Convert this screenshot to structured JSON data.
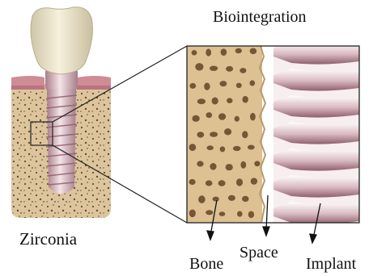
{
  "title": "Biointegration",
  "labels": {
    "implant_material": "Zirconia",
    "bone": "Bone",
    "space": "Space",
    "implant": "Implant"
  },
  "colors": {
    "bone": "#ddc192",
    "bone_pore": "#6b4a2c",
    "gum": "#cf8c95",
    "tooth_crown": "#efe7cf",
    "implant_thread": "#c8a3ad",
    "space": "#ffffff",
    "text": "#111111"
  },
  "icons": {
    "crown": "tooth-crown-icon",
    "screw": "implant-screw-icon"
  }
}
